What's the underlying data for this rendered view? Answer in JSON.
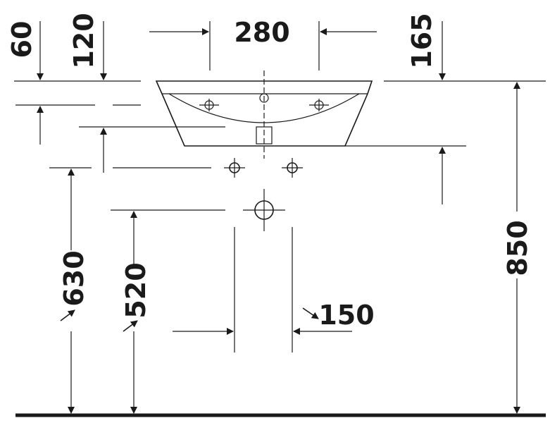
{
  "drawing": {
    "dimensions": {
      "basin_width_offset": "280",
      "rim_to_overflow": "60",
      "rim_to_tap_holes": "120",
      "depth": "165",
      "rim_height": "850",
      "waste_height": "630",
      "supply_height": "520",
      "supply_spacing": "150"
    }
  }
}
